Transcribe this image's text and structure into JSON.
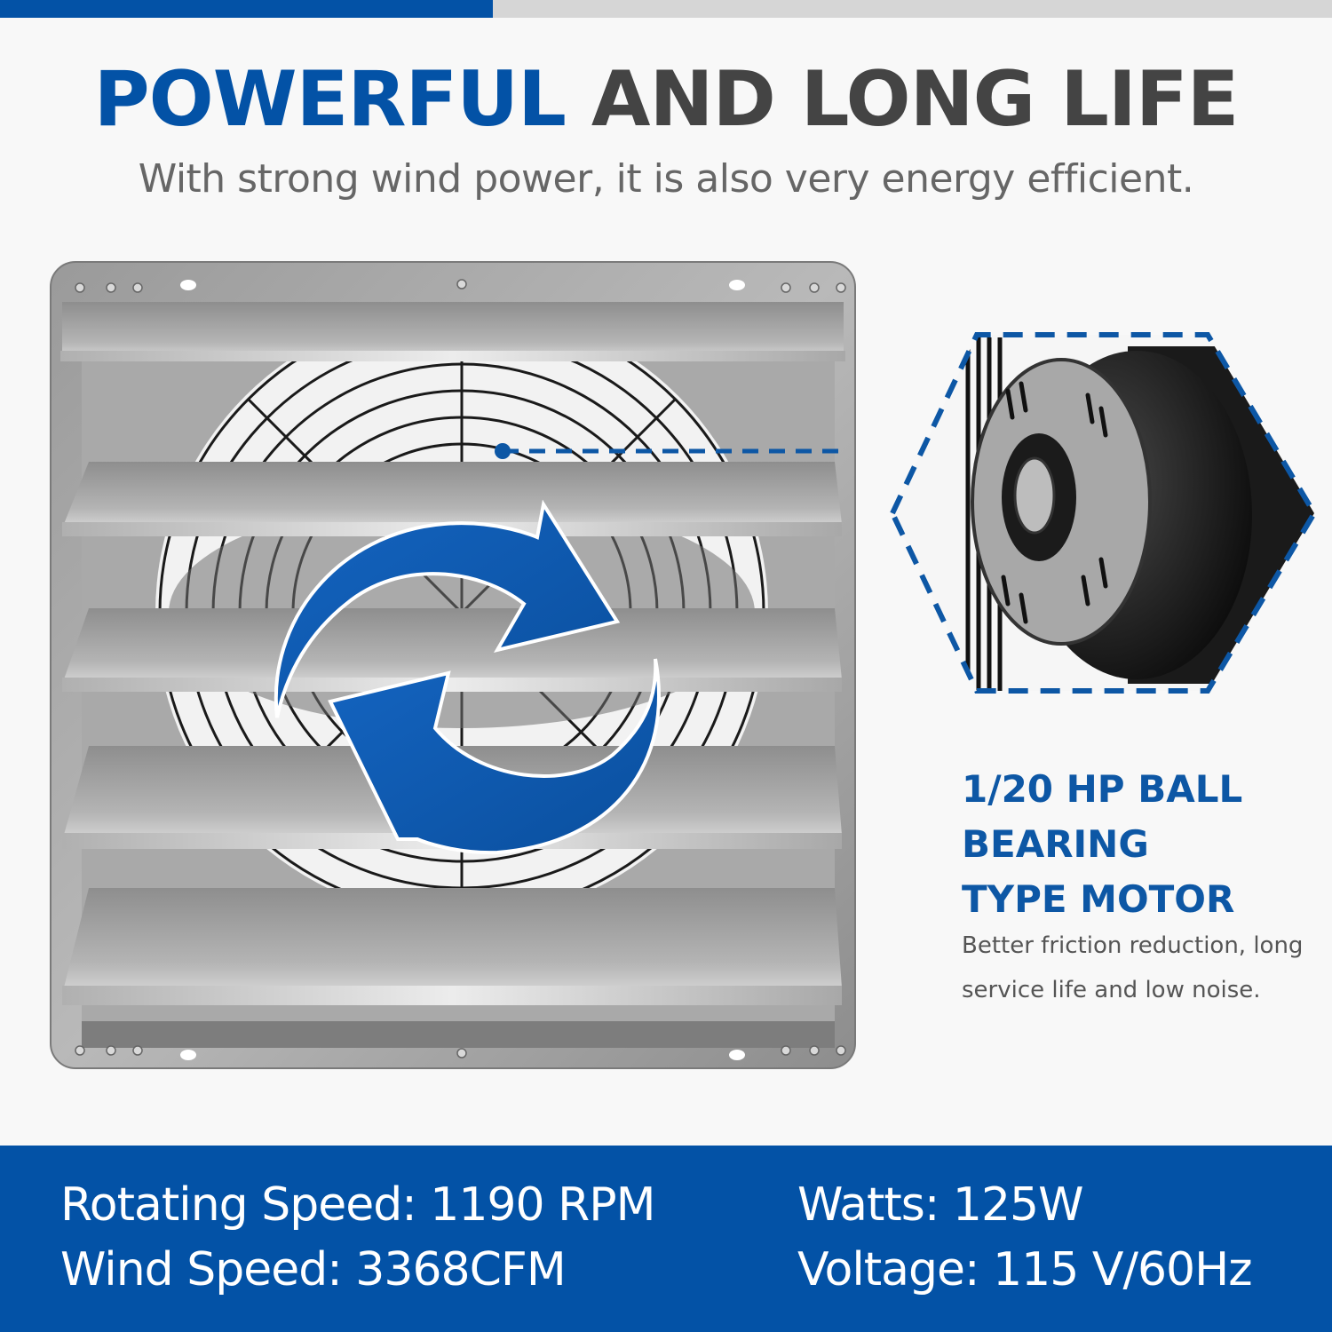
{
  "header": {
    "accent_bar_colors": {
      "left": "#0352a6",
      "right": "#d6d6d6"
    },
    "title_highlight": "POWERFUL",
    "title_rest": "AND LONG LIFE",
    "subtitle": "With strong wind power, it is also very energy efficient."
  },
  "product": {
    "image_subject": "shutter-exhaust-fan",
    "overlay_icon": "rotation-arrows-icon",
    "callout_subject": "motor-closeup"
  },
  "feature": {
    "title_lines": [
      "1/20 HP BALL",
      "BEARING",
      "TYPE MOTOR"
    ],
    "description": "Better friction reduction, long service life and low noise."
  },
  "specs": [
    {
      "label": "Rotating Speed:",
      "value": "1190 RPM",
      "text": "Rotating Speed: 1190 RPM"
    },
    {
      "label": "Wind Speed:",
      "value": "3368CFM",
      "text": "Wind Speed: 3368CFM"
    },
    {
      "label": "Watts:",
      "value": "125W",
      "text": "Watts: 125W"
    },
    {
      "label": "Voltage:",
      "value": "115 V/60Hz",
      "text": "Voltage: 115 V/60Hz"
    }
  ],
  "colors": {
    "brand_blue": "#0352a6",
    "heading_dark": "#444444",
    "body_gray": "#666666"
  }
}
